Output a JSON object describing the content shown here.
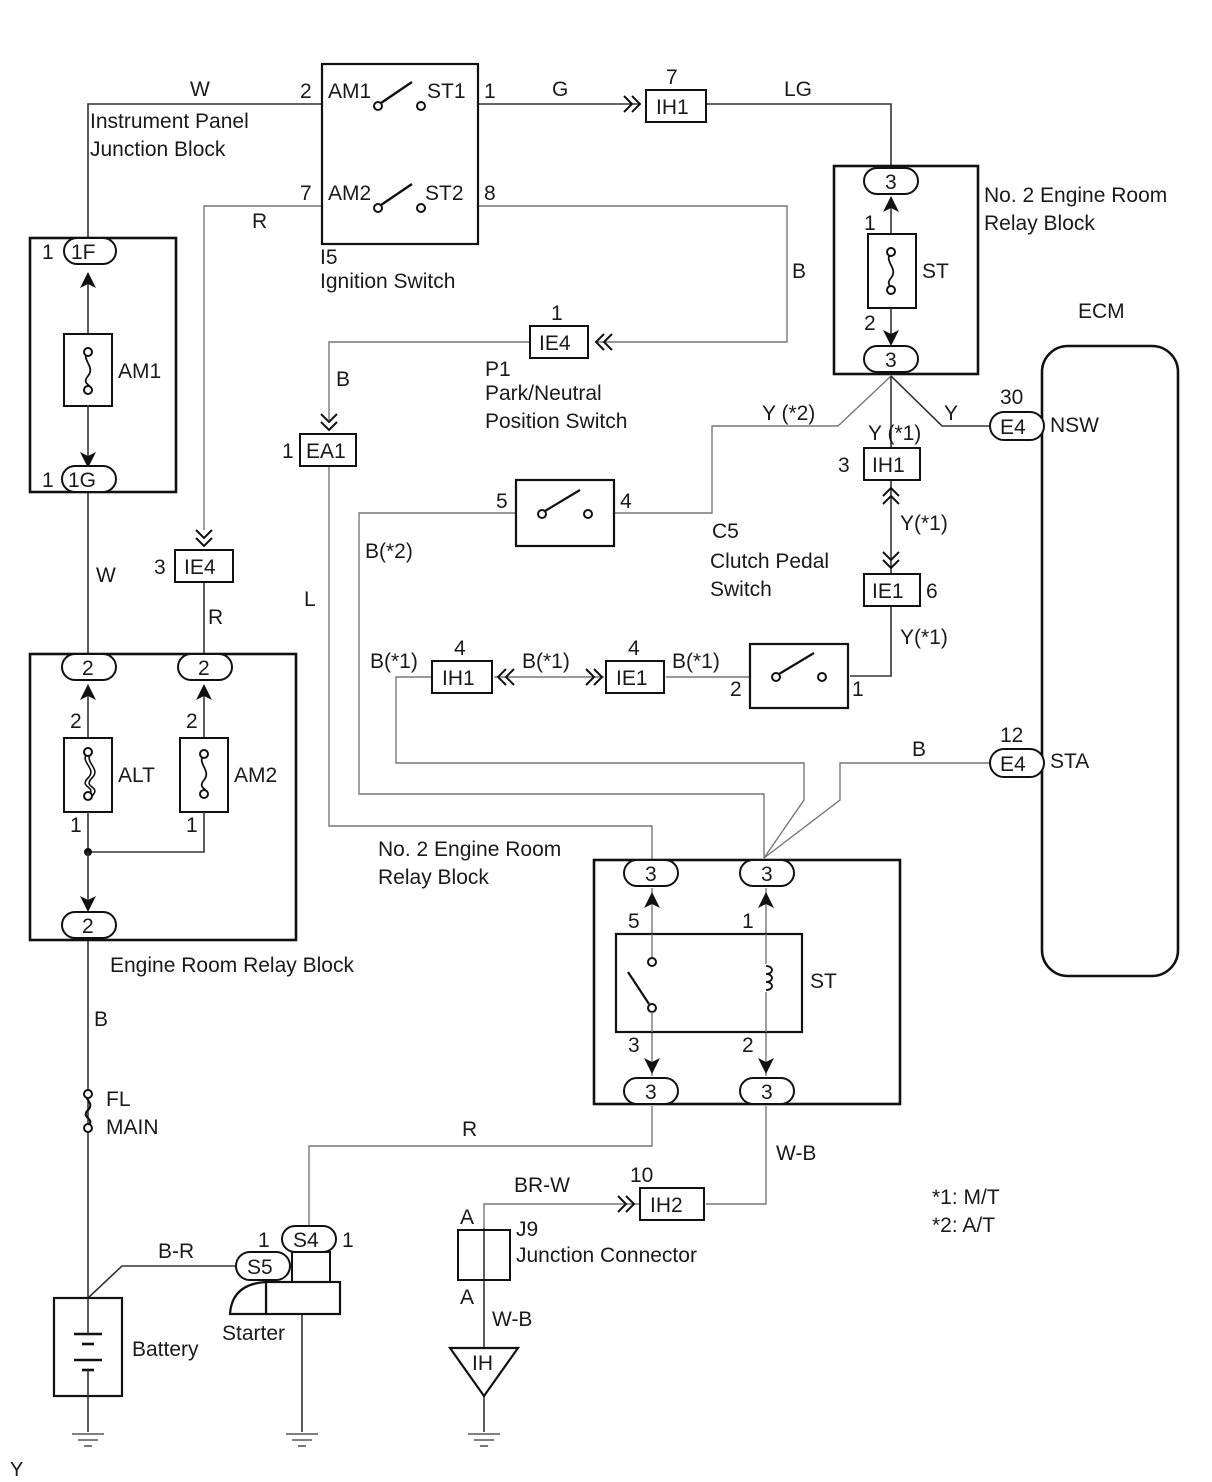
{
  "components": {
    "ignition_switch": {
      "id": "I5",
      "name": "Ignition Switch",
      "terminals": [
        "AM1",
        "ST1",
        "AM2",
        "ST2"
      ],
      "pins": [
        "2",
        "1",
        "7",
        "8"
      ]
    },
    "instrument_panel_jb": {
      "name": "Instrument Panel Junction Block",
      "line1": "Instrument Panel",
      "line2": "Junction Block",
      "connector_top": "1F",
      "connector_bottom": "1G",
      "pin": "1",
      "fuse": "AM1"
    },
    "engine_room_relay_block": {
      "name": "Engine Room Relay Block",
      "connector": "2",
      "fuse_alt": "ALT",
      "fuse_am2": "AM2",
      "pin1": "1",
      "pin2": "2"
    },
    "no2_relay_block_top": {
      "line1": "No. 2 Engine Room",
      "line2": "Relay Block",
      "connector": "3",
      "fuse": "ST",
      "pin1": "1",
      "pin2": "2"
    },
    "no2_relay_block_bottom": {
      "line1": "No. 2 Engine Room",
      "line2": "Relay Block",
      "connector": "3",
      "relay": "ST",
      "pin5": "5",
      "pin1": "1",
      "pin3": "3",
      "pin2": "2"
    },
    "ecm": {
      "name": "ECM",
      "connector": "E4",
      "pin_nsw": "30",
      "label_nsw": "NSW",
      "pin_sta": "12",
      "label_sta": "STA"
    },
    "park_neutral": {
      "id": "P1",
      "line1": "Park/Neutral",
      "line2": "Position  Switch"
    },
    "clutch_switch": {
      "id": "C5",
      "line1": "Clutch Pedal",
      "line2": "Switch",
      "pin5": "5",
      "pin4": "4",
      "pin2": "2",
      "pin1": "1"
    },
    "junction_connector": {
      "id": "J9",
      "name": "Junction Connector",
      "pin": "A"
    },
    "battery": {
      "name": "Battery"
    },
    "starter": {
      "name": "Starter",
      "conn_s4": "S4",
      "conn_s5": "S5",
      "pin": "1"
    },
    "fusible_link": {
      "line1": "FL",
      "line2": "MAIN"
    },
    "ground_ih": "IH"
  },
  "connectors": {
    "ih1_top": {
      "id": "IH1",
      "pin": "7"
    },
    "ie4_mid": {
      "id": "IE4",
      "pin": "1"
    },
    "ea1": {
      "id": "EA1",
      "pin": "1"
    },
    "ie4_left": {
      "id": "IE4",
      "pin": "3"
    },
    "ih1_right": {
      "id": "IH1",
      "pin": "3"
    },
    "ie1_right": {
      "id": "IE1",
      "pin": "6"
    },
    "ih1_low": {
      "id": "IH1",
      "pin": "4"
    },
    "ie1_low": {
      "id": "IE1",
      "pin": "4"
    },
    "ih2": {
      "id": "IH2",
      "pin": "10"
    }
  },
  "wires": {
    "w": "W",
    "g": "G",
    "lg": "LG",
    "r": "R",
    "b": "B",
    "l": "L",
    "y": "Y",
    "y_at": "Y  (*2)",
    "y_mt": "Y  (*1)",
    "y_mt2": "Y(*1)",
    "b_at": "B(*2)",
    "b_mt": "B(*1)",
    "br_w": "BR-W",
    "w_b": "W-B",
    "b_r": "B-R"
  },
  "notes": [
    "*1: M/T",
    "*2: A/T"
  ],
  "corner_mark": "Y"
}
